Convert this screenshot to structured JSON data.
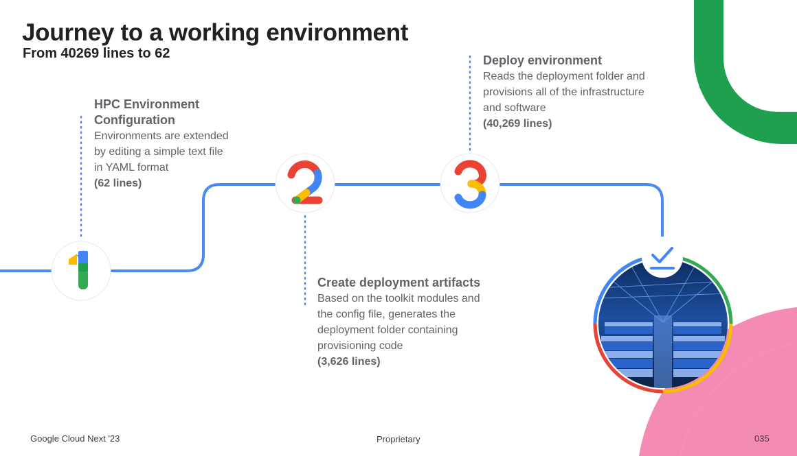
{
  "slide": {
    "title": "Journey to a working environment",
    "subtitle": "From 40269 lines to 62"
  },
  "steps": [
    {
      "number": "1",
      "title": "HPC Environment Configuration",
      "description": "Environments are extended by editing a simple text file in YAML format",
      "lines": "(62 lines)"
    },
    {
      "number": "2",
      "title": "Create deployment artifacts",
      "description": "Based on the toolkit modules and the config file, generates the deployment folder containing provisioning code",
      "lines": "(3,626 lines)"
    },
    {
      "number": "3",
      "title": "Deploy environment",
      "description": "Reads the deployment folder and provisions all of the infrastructure and software",
      "lines": "(40,269 lines)"
    }
  ],
  "footer": {
    "left": "Google Cloud Next '23",
    "center": "Proprietary",
    "right": "035"
  },
  "colors": {
    "blue": "#4285F4",
    "red": "#EA4335",
    "yellow": "#FBBC04",
    "green": "#34A853",
    "pink": "#F38BB5",
    "line_blue": "#4A8AF4",
    "text_gray": "#5f6368"
  },
  "icons": {
    "check": "checkmark-download-icon",
    "datacenter": "datacenter-photo"
  }
}
